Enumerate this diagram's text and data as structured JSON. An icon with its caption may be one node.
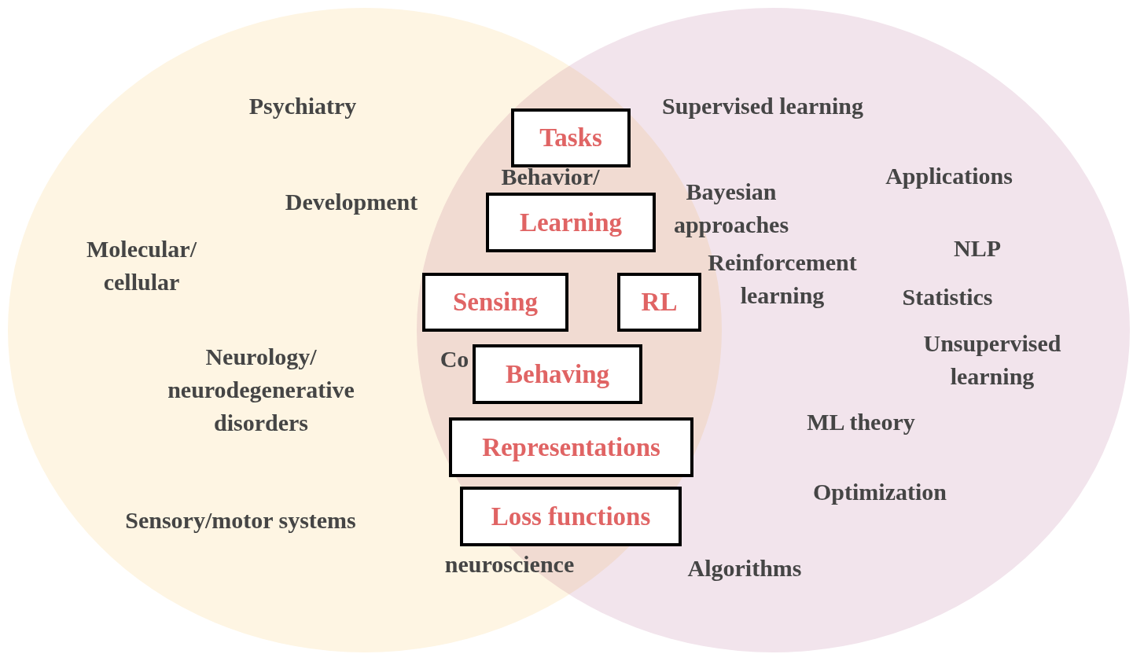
{
  "diagram": {
    "nodes": [
      {
        "text": [],
        "shape": "circle"
      },
      {
        "text": [],
        "shape": "circle"
      },
      {
        "text": [
          "Tasks"
        ]
      },
      {
        "text": [
          "Learning"
        ]
      },
      {
        "text": [
          "Sensing"
        ]
      },
      {
        "text": [
          "RL"
        ]
      },
      {
        "text": [
          "Behaving"
        ]
      },
      {
        "text": [
          "Representations"
        ]
      },
      {
        "text": [
          "Loss functions"
        ]
      }
    ],
    "edges": [],
    "labels": [
      "Psychiatry",
      "Supervised learning",
      "Behavior/",
      "Applications",
      "Development",
      "Bayesian approaches",
      "NLP",
      "Molecular/ cellular",
      "Reinforcement learning",
      "Statistics",
      "Neurology/ neurodegenerative disorders",
      "Co",
      "Unsupervised learning",
      "ML theory",
      "Optimization",
      "Sensory/motor systems",
      "neuroscience",
      "Algorithms"
    ]
  }
}
